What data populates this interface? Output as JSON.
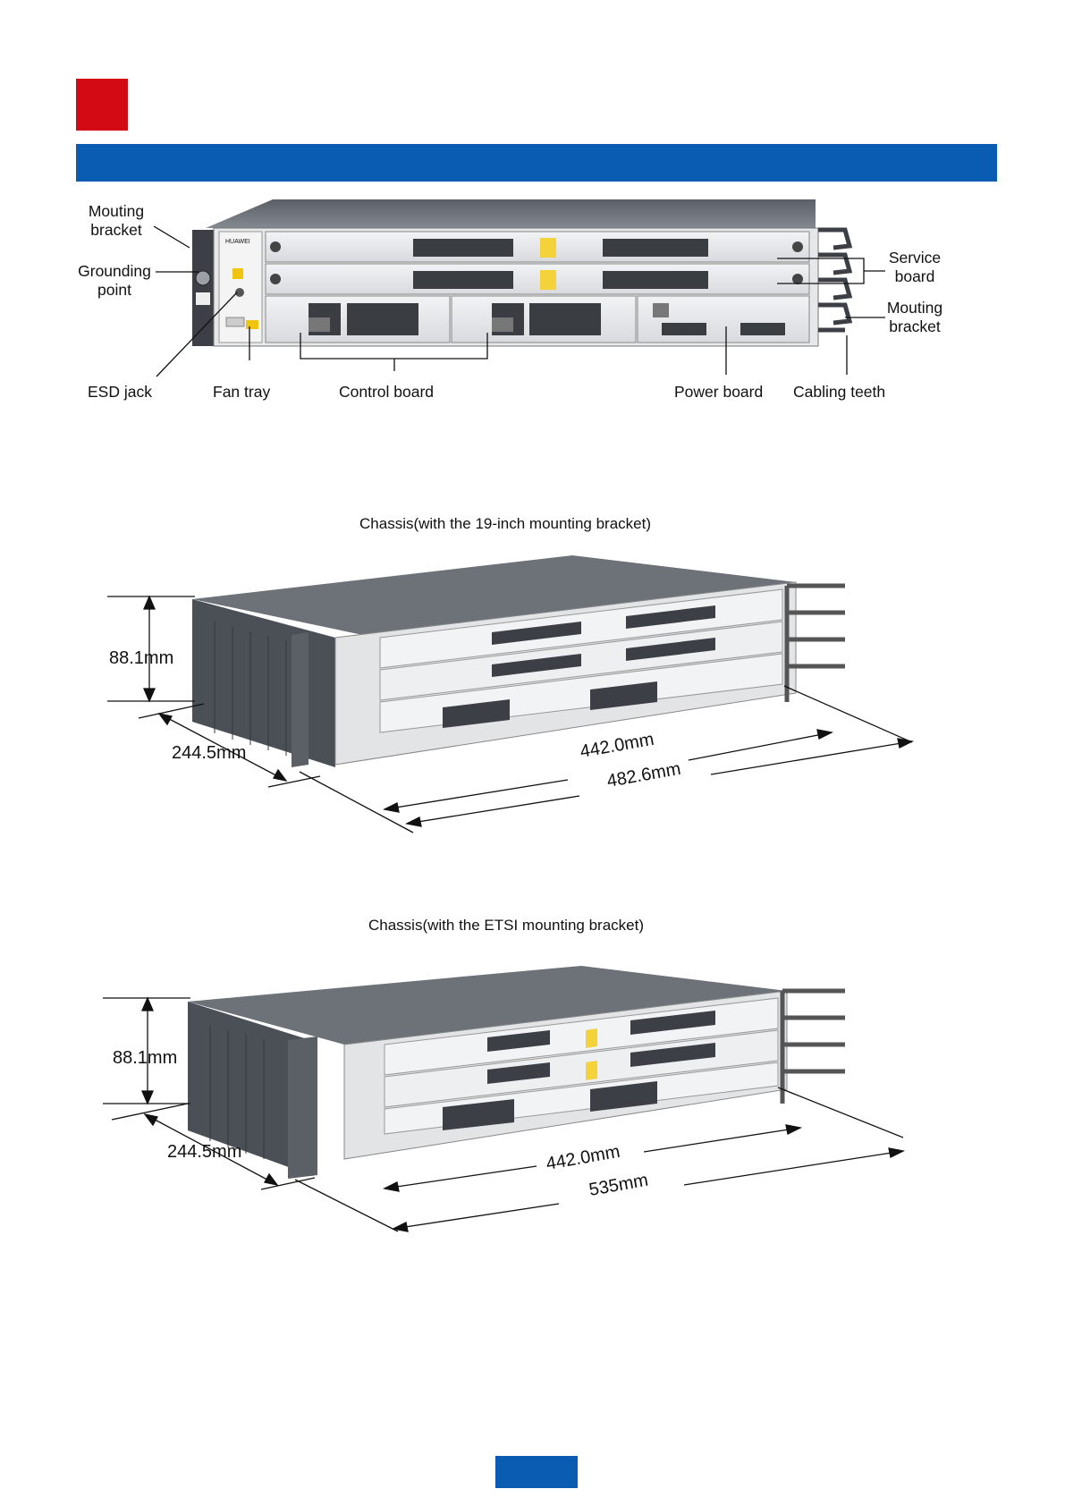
{
  "callouts": {
    "mounting_bracket_left": "Mouting\nbracket",
    "grounding_point": "Grounding\npoint",
    "esd_jack": "ESD jack",
    "fan_tray": "Fan tray",
    "control_board": "Control board",
    "power_board": "Power board",
    "cabling_teeth": "Cabling teeth",
    "service_board": "Service\nboard",
    "mounting_bracket_right": "Mouting\nbracket"
  },
  "device_labels": {
    "brand": "HUAWEI"
  },
  "figure1": {
    "caption": "Chassis(with the 19-inch mounting bracket)",
    "height": "88.1mm",
    "depth": "244.5mm",
    "inner_width": "442.0mm",
    "outer_width": "482.6mm"
  },
  "figure2": {
    "caption": "Chassis(with the ETSI mounting bracket)",
    "height": "88.1mm",
    "depth": "244.5mm",
    "inner_width": "442.0mm",
    "outer_width": "535mm"
  },
  "colors": {
    "accent_red": "#d30a14",
    "accent_blue": "#0a5cb3"
  }
}
